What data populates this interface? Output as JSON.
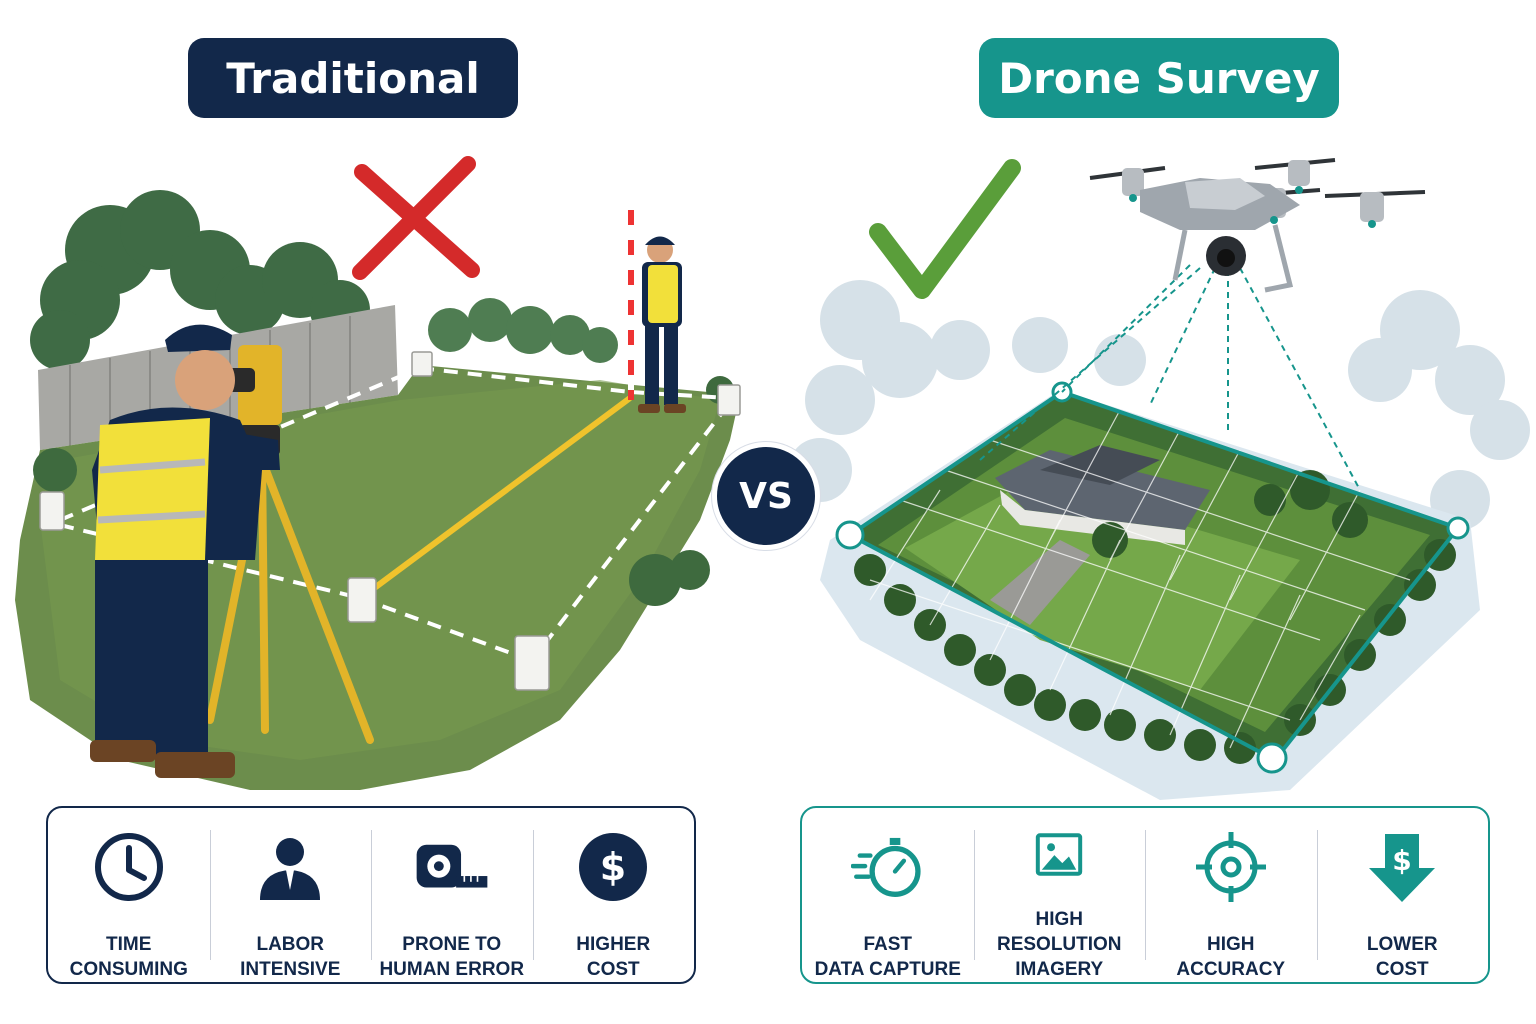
{
  "headers": {
    "traditional": "Traditional",
    "drone": "Drone Survey"
  },
  "vs_label": "VS",
  "colors": {
    "navy": "#12284a",
    "teal": "#16958c",
    "cross_red": "#d42a2a",
    "check_green": "#5a9e3a"
  },
  "traditional_features": [
    {
      "icon": "clock-icon",
      "label": "TIME\nCONSUMING"
    },
    {
      "icon": "worker-icon",
      "label": "LABOR\nINTENSIVE"
    },
    {
      "icon": "tape-measure-icon",
      "label": "PRONE TO\nHUMAN ERROR"
    },
    {
      "icon": "dollar-coin-icon",
      "label": "HIGHER\nCOST"
    }
  ],
  "drone_features": [
    {
      "icon": "stopwatch-icon",
      "label": "FAST\nDATA CAPTURE"
    },
    {
      "icon": "image-icon",
      "label": "HIGH RESOLUTION\nIMAGERY"
    },
    {
      "icon": "crosshair-icon",
      "label": "HIGH\nACCURACY"
    },
    {
      "icon": "dollar-down-arrow-icon",
      "label": "LOWER\nCOST"
    }
  ]
}
